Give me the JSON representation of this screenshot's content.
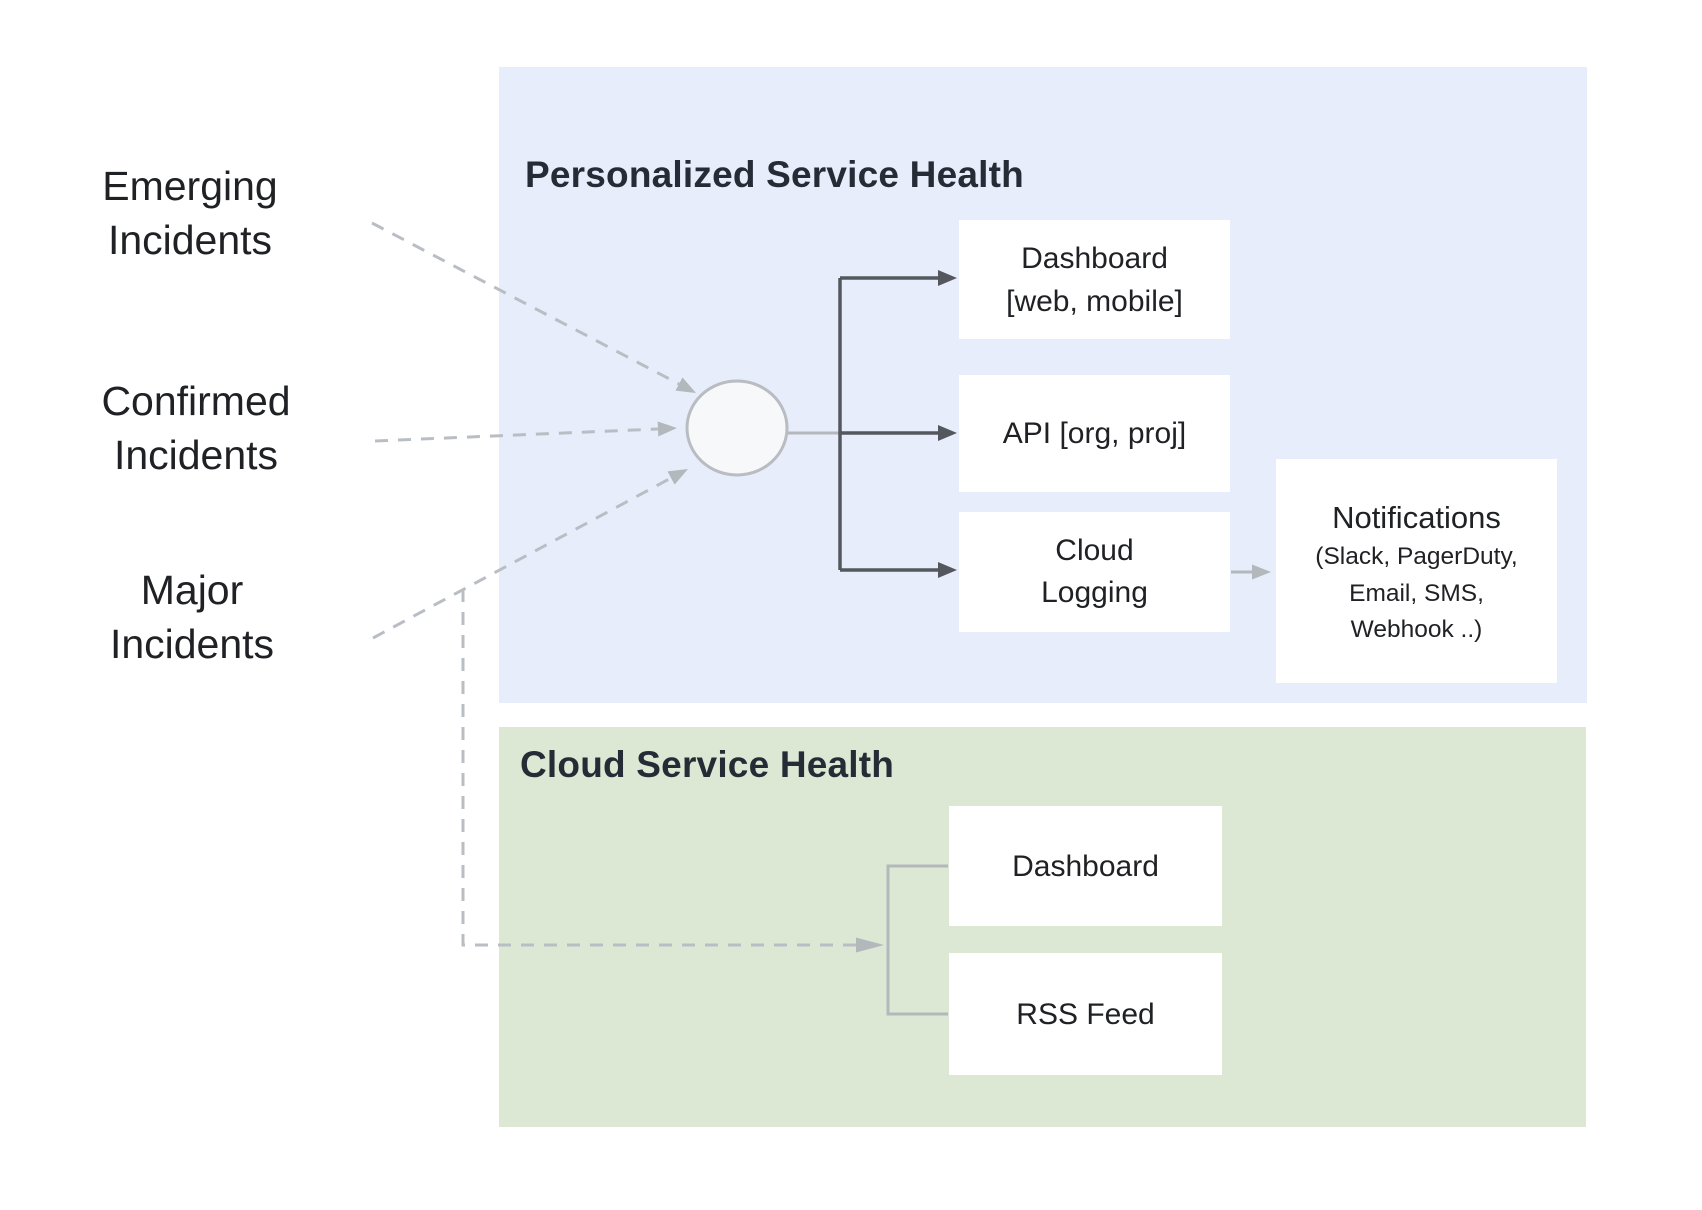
{
  "inputs": [
    {
      "id": "emerging",
      "lines": [
        "Emerging",
        "Incidents"
      ]
    },
    {
      "id": "confirmed",
      "lines": [
        "Confirmed",
        "Incidents"
      ]
    },
    {
      "id": "major",
      "lines": [
        "Major",
        "Incidents"
      ]
    }
  ],
  "personalized": {
    "title": "Personalized Service Health",
    "boxes": [
      {
        "id": "dashboard",
        "lines": [
          "Dashboard",
          "[web, mobile]"
        ]
      },
      {
        "id": "api",
        "lines": [
          "API [org, proj]"
        ]
      },
      {
        "id": "cloud_logging",
        "lines": [
          "Cloud",
          "Logging"
        ]
      },
      {
        "id": "notifications",
        "heading": "Notifications",
        "sub_lines": [
          "(Slack, PagerDuty,",
          "Email, SMS,",
          "Webhook ..)"
        ]
      }
    ]
  },
  "cloud": {
    "title": "Cloud Service Health",
    "boxes": [
      {
        "id": "dashboard",
        "lines": [
          "Dashboard"
        ]
      },
      {
        "id": "rss_feed",
        "lines": [
          "RSS Feed"
        ]
      }
    ]
  },
  "colors": {
    "panel_personalized_bg": "#e8edfb",
    "panel_cloud_bg": "#dde8d4",
    "box_bg": "#ffffff",
    "title_text": "#262c36",
    "body_text": "#202124",
    "dark_connector": "#54585e",
    "light_connector": "#b3b8bd",
    "dashed_connector": "#b9bec4",
    "circle_fill": "#f7f8fa",
    "circle_stroke": "#b9bcc1"
  }
}
